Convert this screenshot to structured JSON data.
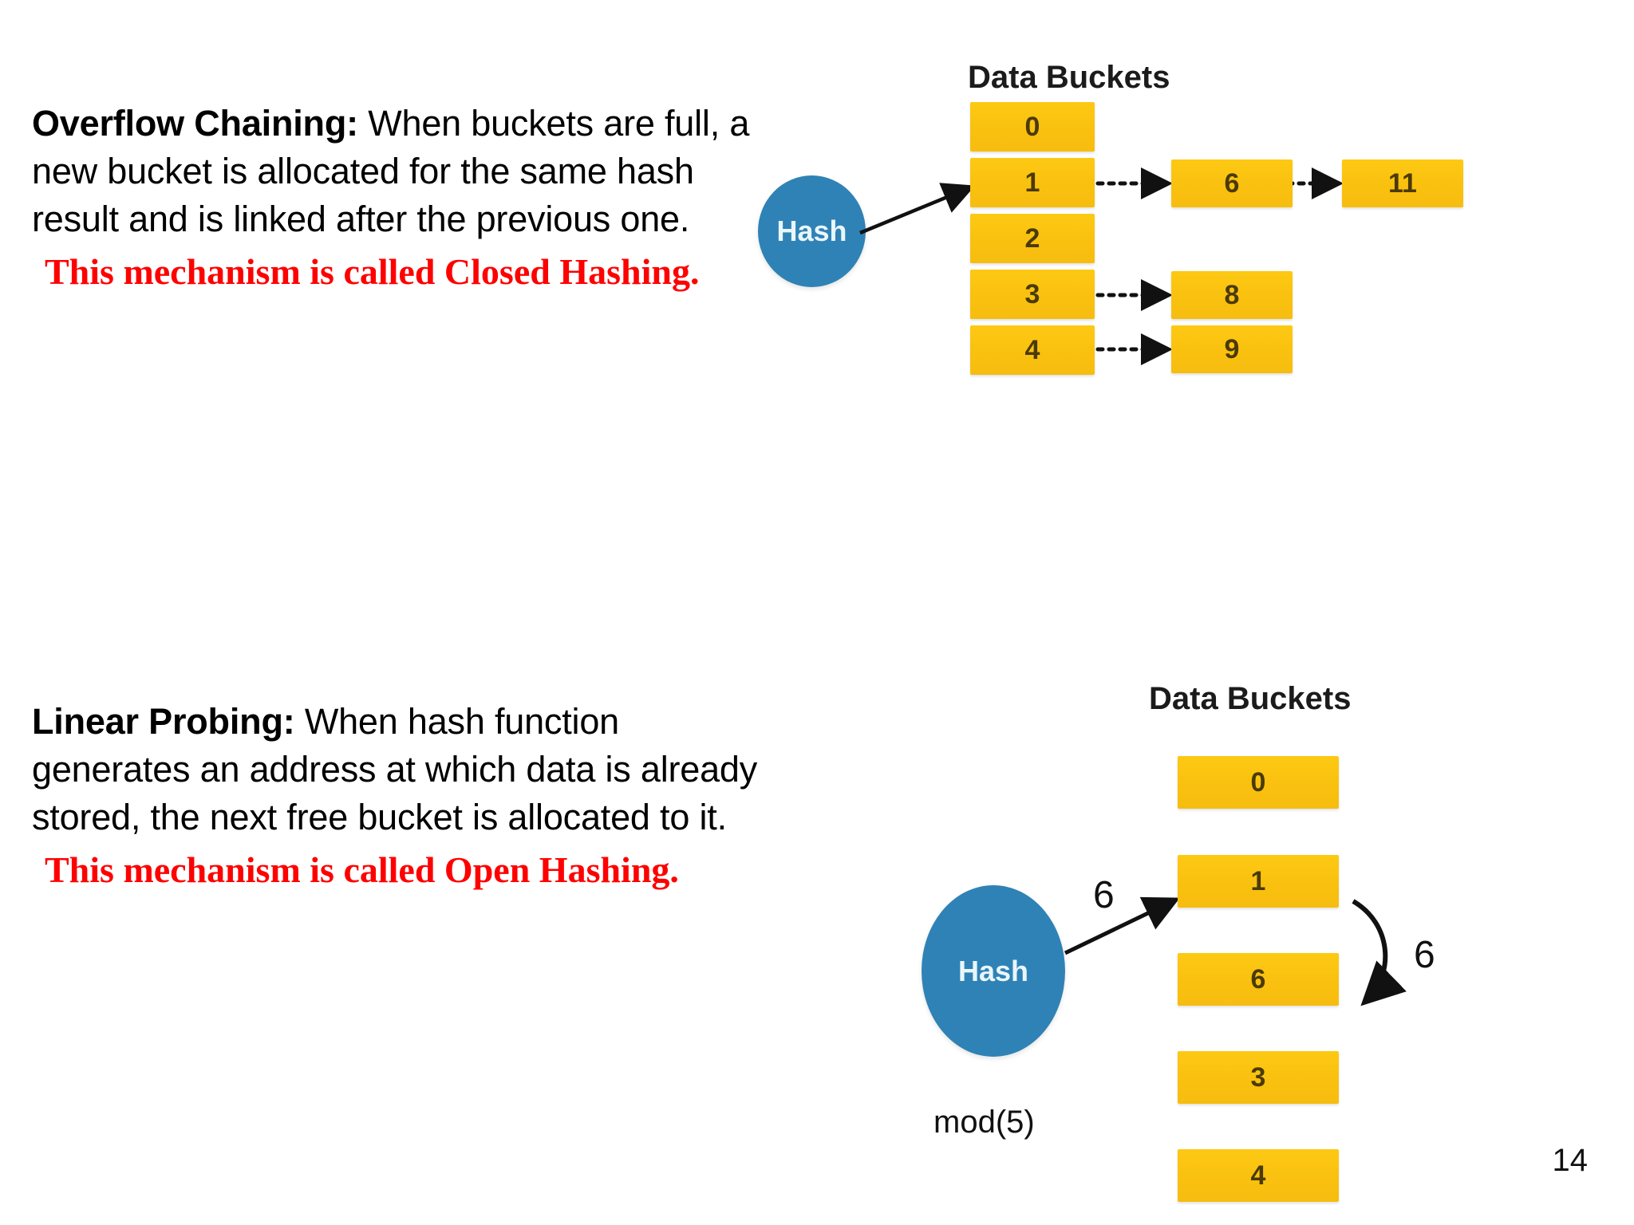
{
  "slide": {
    "page_number": "14"
  },
  "sections": [
    {
      "id": "overflow-chaining",
      "heading": "Overflow Chaining:",
      "body": " When buckets are full, a new bucket is allocated for the same hash result and is linked after the previous one.",
      "highlight": "This mechanism is called Closed Hashing."
    },
    {
      "id": "linear-probing",
      "heading": "Linear Probing:",
      "body": " When hash function generates an address at which data is already stored, the next free bucket is allocated to it.",
      "highlight": "This mechanism is called Open Hashing."
    }
  ],
  "diagram1": {
    "title": "Data Buckets",
    "hash_label": "Hash",
    "main_buckets": [
      "0",
      "1",
      "2",
      "3",
      "4"
    ],
    "overflow_row1": [
      "6",
      "11"
    ],
    "overflow_row3": [
      "8"
    ],
    "overflow_row4": [
      "9"
    ],
    "colors": {
      "bucket": "#FBC410",
      "hash": "#2F82B5",
      "arrow": "#111111"
    }
  },
  "diagram2": {
    "title": "Data Buckets",
    "hash_label": "Hash",
    "mod_label": "mod(5)",
    "buckets": [
      "0",
      "1",
      "6",
      "3",
      "4"
    ],
    "in_arrow_value": "6",
    "probe_arrow_value": "6",
    "colors": {
      "bucket": "#FBC410",
      "hash": "#2F82B5",
      "arrow": "#111111"
    }
  }
}
